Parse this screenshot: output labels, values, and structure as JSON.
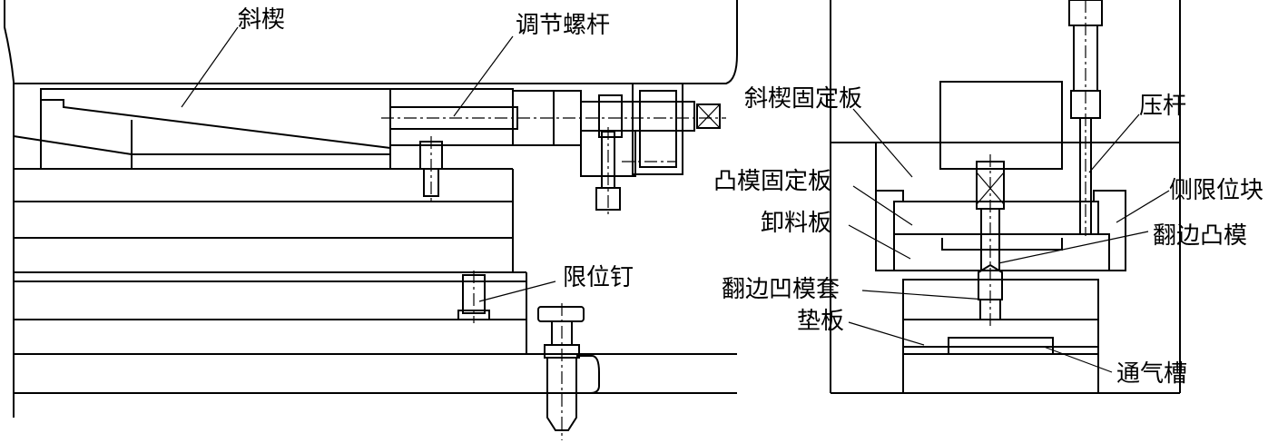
{
  "labels": {
    "wedge": "斜楔",
    "adjust_screw": "调节螺杆",
    "limit_nail": "限位钉",
    "wedge_fixing_plate": "斜楔固定板",
    "press_rod": "压杆",
    "punch_fixing_plate": "凸模固定板",
    "side_limit_block": "侧限位块",
    "stripper_plate": "卸料板",
    "flange_punch": "翻边凸模",
    "flange_die_sleeve": "翻边凹模套",
    "backing_plate": "垫板",
    "vent_groove": "通气槽"
  }
}
